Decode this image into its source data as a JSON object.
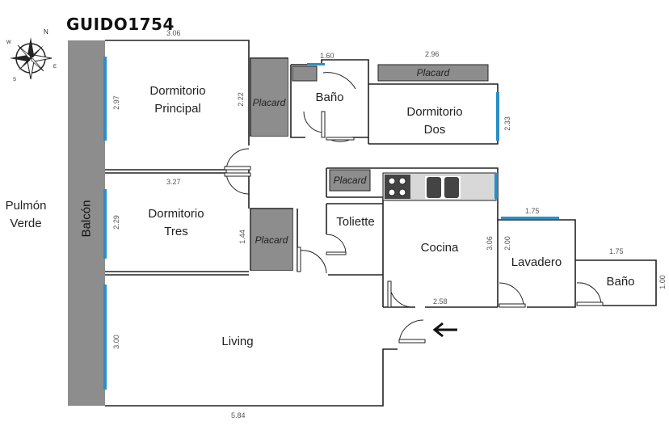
{
  "title": "GUIDO1754",
  "outside_label": "Pulmón\nVerde",
  "balcony_label": "Balcón",
  "rooms": {
    "dormitorio_principal": "Dormitorio\nPrincipal",
    "bano_1": "Baño",
    "dormitorio_dos": "Dormitorio\nDos",
    "dormitorio_tres": "Dormitorio\nTres",
    "toliette": "Toliette",
    "cocina": "Cocina",
    "lavadero": "Lavadero",
    "bano_2": "Baño",
    "living": "Living"
  },
  "closets": {
    "placard_1": "Placard",
    "placard_2": "Placard",
    "placard_3": "Placard",
    "placard_4": "Placard"
  },
  "dimensions": {
    "top_principal": "3.06",
    "bano_width": "1.60",
    "dos_width": "2.96",
    "principal_height": "2.97",
    "principal_right": "2.22",
    "dos_height": "2.33",
    "tres_width": "3.27",
    "tres_height": "2.29",
    "tres_right": "1.44",
    "lavadero_width": "1.75",
    "bano2_width": "1.75",
    "cocina_height": "3.06",
    "lavadero_height": "2.00",
    "bano2_height": "1.00",
    "cocina_bottom": "2.58",
    "living_height": "3.00",
    "living_width": "5.84"
  },
  "colors": {
    "wall": "#222222",
    "window": "#2b8fc7",
    "balcony": "#8d8d8d",
    "closet": "#8d8d8d",
    "appliance": "#444444"
  },
  "compass_letters": {
    "n": "N",
    "e": "E",
    "s": "S",
    "w": "W"
  },
  "entrance_icon": "left-arrow-icon"
}
